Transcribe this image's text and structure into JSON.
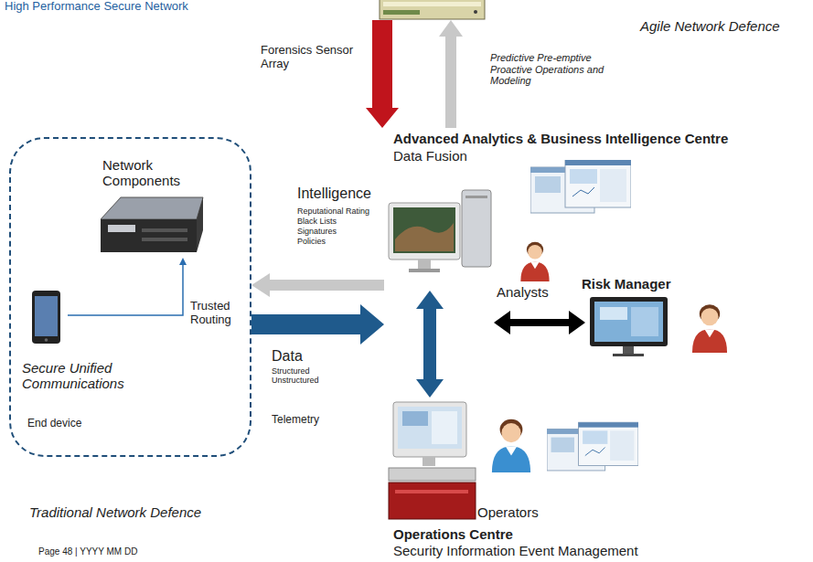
{
  "diagram": {
    "title": "High Performance Secure Network",
    "nodes": [
      {
        "text": [
          "Agile Network Defence"
        ]
      },
      {
        "text": [
          "Traditional Network Defence"
        ]
      },
      {
        "text": [
          "Network Components"
        ],
        "in": 1
      },
      {
        "text": [
          "Secure Unified Communications",
          "End device"
        ],
        "in": 1
      },
      {
        "text": [
          "Advanced Analytics & Business Intelligence Centre",
          "Data Fusion",
          "Analysts"
        ]
      },
      {
        "text": [
          "Risk Manager"
        ]
      },
      {
        "text": [
          "Operations Centre",
          "Security Information Event Management",
          "Operators"
        ]
      }
    ],
    "edges": [
      {
        "from": 0,
        "to": 4,
        "arrow": "to",
        "label": "Forensics Sensor Array"
      },
      {
        "from": 4,
        "to": 0,
        "arrow": "to",
        "label": "Predictive Pre-emptive Proactive Operations and Modeling"
      },
      {
        "from": 3,
        "to": 2,
        "arrow": "to",
        "label": "Trusted Routing"
      },
      {
        "from": 1,
        "to": 4,
        "arrow": "to",
        "label": "Data"
      },
      {
        "from": 4,
        "to": 1,
        "arrow": "to",
        "label": "Intelligence"
      },
      {
        "from": 4,
        "to": 6,
        "arrow": "both"
      },
      {
        "from": 4,
        "to": 5,
        "arrow": "both"
      }
    ],
    "labels": [
      "Structured",
      "Unstructured",
      "Telemetry",
      "Reputational Rating",
      "Black Lists",
      "Signatures",
      "Policies",
      "Page 48 | YYYY MM DD"
    ]
  }
}
